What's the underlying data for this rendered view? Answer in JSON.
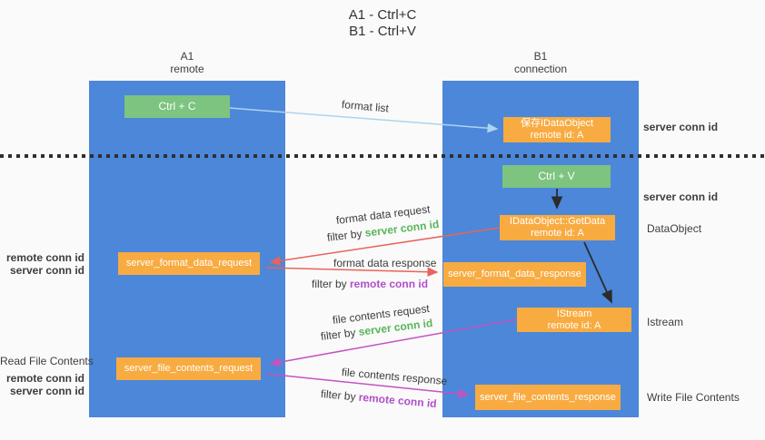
{
  "title": {
    "line1": "A1 - Ctrl+C",
    "line2": "B1 - Ctrl+V"
  },
  "lanes": {
    "a1": {
      "name": "A1",
      "subtitle": "remote"
    },
    "b1": {
      "name": "B1",
      "subtitle": "connection"
    }
  },
  "nodes": {
    "ctrl_c": {
      "label": "Ctrl + C"
    },
    "ctrl_v": {
      "label": "Ctrl + V"
    },
    "save_idataobject": {
      "line1": "保存IDataObject",
      "line2": "remote id: A"
    },
    "getdata": {
      "line1": "IDataObject::GetData",
      "line2": "remote id: A"
    },
    "istream": {
      "line1": "IStream",
      "line2": "remote id: A"
    },
    "format_request": {
      "label": "server_format_data_request"
    },
    "format_response": {
      "label": "server_format_data_response"
    },
    "file_request": {
      "label": "server_file_contents_request"
    },
    "file_response": {
      "label": "server_file_contents_response"
    }
  },
  "arrow_labels": {
    "format_list": "format list",
    "format_data_request": "format data request",
    "format_data_response": "format data response",
    "file_contents_request": "file contents request",
    "file_contents_response": "file contents response",
    "filter_by": "filter by "
  },
  "keywords": {
    "server_conn_id": "server conn id",
    "remote_conn_id": "remote conn id"
  },
  "side_notes": {
    "server_conn_id_top": "server conn id",
    "server_conn_id_mid": "server conn id",
    "dataobject": "DataObject",
    "istream": "Istream",
    "write_file_contents": "Write File Contents",
    "read_file_contents": "Read File Contents"
  },
  "colors": {
    "lane_blue": "#4c87d9",
    "box_green": "#7cc47f",
    "box_orange": "#f8ab41",
    "arrow_red": "#e8635c",
    "arrow_magenta": "#c353c3",
    "arrow_light_blue": "#aed3ee",
    "arrow_black": "#2b2b2b",
    "text_green": "#57b55b",
    "text_purple": "#b14fc9"
  }
}
